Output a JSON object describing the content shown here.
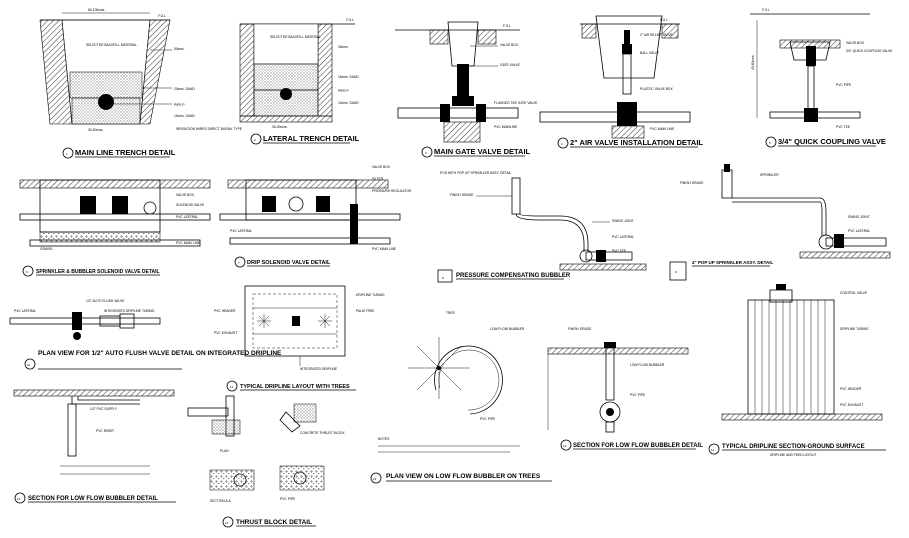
{
  "details": [
    {
      "id": "main-line-trench",
      "title": "MAIN LINE TRENCH DETAIL",
      "num": "1",
      "labels": [
        "60-100cms.",
        "F.G.L",
        "SELECTED BACKFILL MATERIAL",
        "50cms.",
        "20cms. SAND",
        "PIPE P",
        "10cms. SAND",
        "IRRIGATION WIRES DIRECT BURIAL TYPE",
        "30-60cms."
      ]
    },
    {
      "id": "lateral-trench",
      "title": "LATERAL TRENCH DETAIL",
      "num": "2",
      "labels": [
        "F.G.L",
        "SELECTED BACKFILL MATERIAL",
        "30cms.",
        "15cms. SAND",
        "PIPE P",
        "10cms. SAND",
        "30-40cms."
      ]
    },
    {
      "id": "main-gate-valve",
      "title": "MAIN GATE VALVE DETAIL",
      "num": "3",
      "labels": [
        "F.G.L",
        "VALVE BOX",
        "GATE VALVE",
        "PVC MAINLINE",
        "FLANGED TEE GATE VALVE"
      ]
    },
    {
      "id": "air-valve",
      "title": "2\" AIR VALVE INSTALLATION DETAIL",
      "num": "4",
      "labels": [
        "F.G.L",
        "2\" AIR RELIEF VALVE",
        "BALL VALVE",
        "PLASTIC VALVE BOX",
        "PVC MAIN LINE"
      ]
    },
    {
      "id": "quick-coupling",
      "title": "3/4\" QUICK COUPLING VALVE",
      "num": "5",
      "labels": [
        "F.G.L",
        "45-60cms.",
        "VALVE BOX",
        "3/4\" QUICK COUPLING VALVE",
        "PVC PIPE",
        "PVC TEE"
      ]
    },
    {
      "id": "sprinkler-bubbler-solenoid",
      "title": "SPRINKLER & BUBBLER SOLENOID VALVE DETAIL",
      "num": "6",
      "labels": [
        "VALVE BOX",
        "SOLENOID VALVE",
        "PVC LATERAL",
        "PVC MAIN LINE",
        "GRAVEL"
      ]
    },
    {
      "id": "drip-solenoid",
      "title": "DRIP SOLENOID VALVE DETAIL",
      "num": "7",
      "labels": [
        "VALVE BOX",
        "FILTER",
        "PRESSURE REGULATOR",
        "PVC LATERAL",
        "PVC MAIN LINE"
      ]
    },
    {
      "id": "pressure-compensating-bubbler",
      "title": "PRESSURE COMPENSATING BUBBLER",
      "num": "8",
      "labels": [
        "PCN WITH POP UP SPRINKLER ASSY. DETAIL",
        "FINISH GRADE",
        "SWING JOINT",
        "PVC LATERAL",
        "PVC TEE"
      ]
    },
    {
      "id": "pop-up-sprinkler",
      "title": "4\" POP UP SPRINKLER ASSY. DETAIL",
      "num": "9",
      "labels": [
        "FINISH GRADE",
        "SPRINKLER",
        "SWING JOINT",
        "PVC LATERAL"
      ]
    },
    {
      "id": "auto-flush",
      "title": "PLAN VIEW FOR 1/2\" AUTO FLUSH VALVE DETAIL ON INTEGRATED DRIPLINE",
      "num": "10",
      "labels": [
        "1/2\" AUTO FLUSH VALVE",
        "INTEGRATED DRIPLINE TUBING",
        "PVC LATERAL"
      ]
    },
    {
      "id": "dripline-layout-trees",
      "title": "TYPICAL DRIPLINE LAYOUT WITH TREES",
      "num": "11",
      "labels": [
        "DRIPLINE TUBING",
        "PALM TREE",
        "PVC HEADER",
        "PVC EXHAUST",
        "INTEGRATED DRIPLINE"
      ]
    },
    {
      "id": "low-flow-bubbler-plan",
      "title": "PLAN VIEW ON LOW FLOW BUBBLER ON TREES",
      "num": "12",
      "labels": [
        "TREE",
        "LOW FLOW BUBBLER",
        "PVC PIPE",
        "NOTES"
      ]
    },
    {
      "id": "low-flow-bubbler-section",
      "title": "SECTION FOR LOW FLOW BUBBLER DETAIL",
      "num": "13",
      "labels": [
        "FINISH GRADE",
        "LOW FLOW BUBBLER",
        "PVC PIPE"
      ]
    },
    {
      "id": "dripline-section",
      "title": "TYPICAL DRIPLINE SECTION-GROUND SURFACE",
      "num": "14",
      "subtitle": "DRIPLINE AND FEED LAYOUT",
      "labels": [
        "CONTROL VALVE",
        "DRIPLINE TUBING",
        "PVC HEADER",
        "PVC EXHAUST"
      ]
    },
    {
      "id": "low-flow-bubbler-section-2",
      "title": "SECTION FOR LOW FLOW BUBBLER DETAIL",
      "num": "15",
      "labels": [
        "1/2\" PVC SUPPLY",
        "PVC RISER"
      ]
    },
    {
      "id": "thrust-block",
      "title": "THRUST BLOCK DETAIL",
      "num": "16",
      "labels": [
        "PLAN",
        "SECTION A-A",
        "CONCRETE THRUST BLOCK",
        "PVC PIPE"
      ]
    }
  ]
}
